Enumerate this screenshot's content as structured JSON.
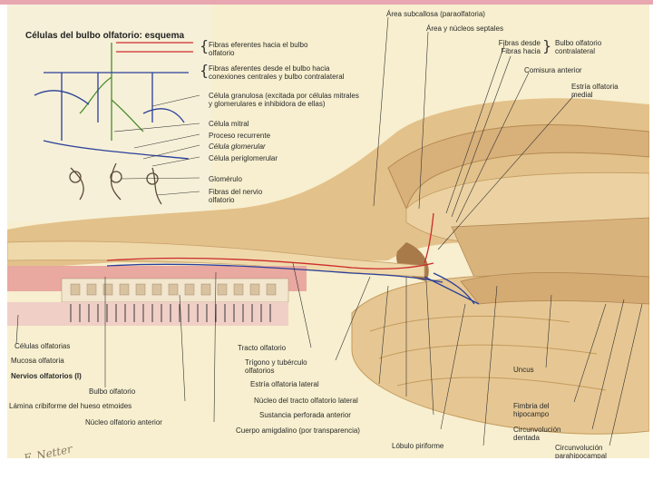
{
  "diagram": {
    "title": "Células del bulbo olfatorio: esquema",
    "inset_labels": {
      "efferent_fibers": "Fibras eferentes hacia el bulbo olfatorio",
      "afferent_fibers": "Fibras aferentes desde el bulbo hacia conexiones centrales y bulbo contralateral",
      "granule_cell": "Célula granulosa (excitada por células mitrales y glomerulares e inhibidora de ellas)",
      "mitral_cell": "Célula mitral",
      "recurrent_process": "Proceso recurrente",
      "glomerular_cell": "Célula glomerular",
      "periglomerular_cell": "Célula periglomerular",
      "glomerulus": "Glomérulo",
      "olfactory_nerve_fibers": "Fibras del nervio olfatorio"
    },
    "top_labels": {
      "subcallosal_area": "Área subcallosa (paraolfatoria)",
      "septal_area": "Área y núcleos septales",
      "fibers_from_to": "Fibras desde Fibras hacia",
      "contralateral_bulb": "Bulbo olfatorio contralateral",
      "anterior_commissure": "Comisura anterior",
      "medial_stria": "Estría olfatoria medial"
    },
    "bottom_labels": {
      "olfactory_cells": "Células olfatorias",
      "olfactory_mucosa": "Mucosa olfatoria",
      "olfactory_nerves": "Nervios olfatorios (I)",
      "olfactory_bulb": "Bulbo olfatorio",
      "cribriform_plate": "Lámina cribiforme del hueso etmoides",
      "anterior_olfactory_nucleus": "Núcleo olfatorio anterior",
      "olfactory_tract": "Tracto olfatorio",
      "trigone": "Trígono y tubérculo olfatorios",
      "lateral_stria": "Estría olfatoria lateral",
      "lateral_tract_nucleus": "Núcleo del tracto olfatorio lateral",
      "anterior_perforated": "Sustancia perforada anterior",
      "amygdala": "Cuerpo amigdalino (por transparencia)",
      "piriform_lobe": "Lóbulo piriforme",
      "uncus": "Uncus",
      "fimbria": "Fimbria del hipocampo",
      "dentate_gyrus": "Circunvolución dentada",
      "parahippocampal": "Circunvolución parahipocampal"
    },
    "signature": "F. Netter",
    "colors": {
      "efferent": "#cc2b2b",
      "afferent": "#2a3f9a",
      "cell_green": "#4c8c2c",
      "brain": "#e6c793",
      "brain_dark": "#c49a5c",
      "mucosa": "#e9a8a0"
    }
  }
}
